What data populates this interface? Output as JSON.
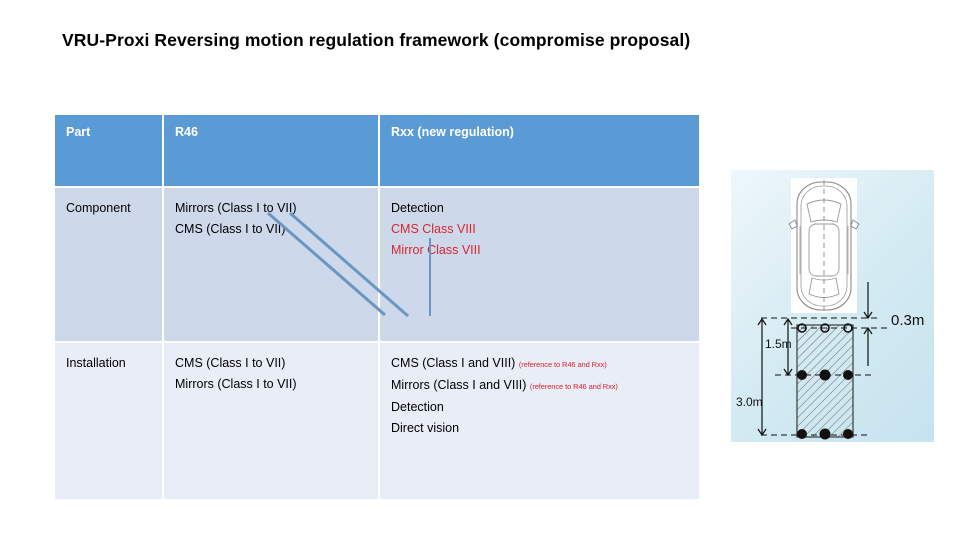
{
  "slide": {
    "title": "VRU-Proxi  Reversing motion regulation framework (compromise proposal)"
  },
  "table": {
    "headers": [
      "Part",
      "R46",
      "Rxx (new regulation)"
    ],
    "rows": [
      {
        "part": "Component",
        "r46": [
          "Mirrors (Class I to VII)",
          "CMS (Class I to VII)"
        ],
        "rxx": [
          {
            "text": "Detection",
            "color": "black"
          },
          {
            "text": "CMS Class VIII",
            "color": "red"
          },
          {
            "text": "Mirror Class VIII",
            "color": "red"
          }
        ]
      },
      {
        "part": "Installation",
        "r46": [
          "CMS (Class I to VII)",
          "Mirrors (Class I to VII)"
        ],
        "rxx": [
          {
            "text": "CMS (Class I and VIII)",
            "note": "(reference to R46 and Rxx)",
            "color": "black"
          },
          {
            "text": "Mirrors (Class I and VIII)",
            "note": "(reference to R46 and Rxx)",
            "color": "black"
          },
          {
            "text": "Detection",
            "color": "black"
          },
          {
            "text": "Direct vision",
            "color": "black"
          }
        ]
      }
    ]
  },
  "diagram": {
    "labels": {
      "lateral": "0.3m",
      "near": "1.5m",
      "far": "3.0m"
    }
  },
  "colors": {
    "header_blue": "#5B9BD5",
    "row_a_fill": "#CDD8EA",
    "row_b_fill": "#E9EDF7",
    "accent_red": "#D9262C",
    "connector_blue": "#6A96C2"
  }
}
